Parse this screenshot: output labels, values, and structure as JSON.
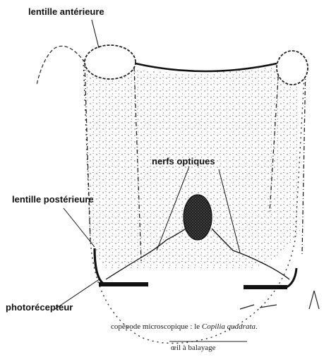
{
  "labels": {
    "anterior_lens": "lentille antérieure",
    "optic_nerves": "nerfs optiques",
    "posterior_lens": "lentille postérieure",
    "photoreceptor": "photorécepteur"
  },
  "caption": {
    "line1_prefix": "copépode microscopique : le ",
    "line1_species": "Copilia quadrata",
    "line1_suffix": ".",
    "line2": "œil à balayage"
  },
  "colors": {
    "ink": "#111111",
    "background": "#ffffff",
    "stipple": "#2a2a2a",
    "dark_body": "#1e1e1e"
  }
}
